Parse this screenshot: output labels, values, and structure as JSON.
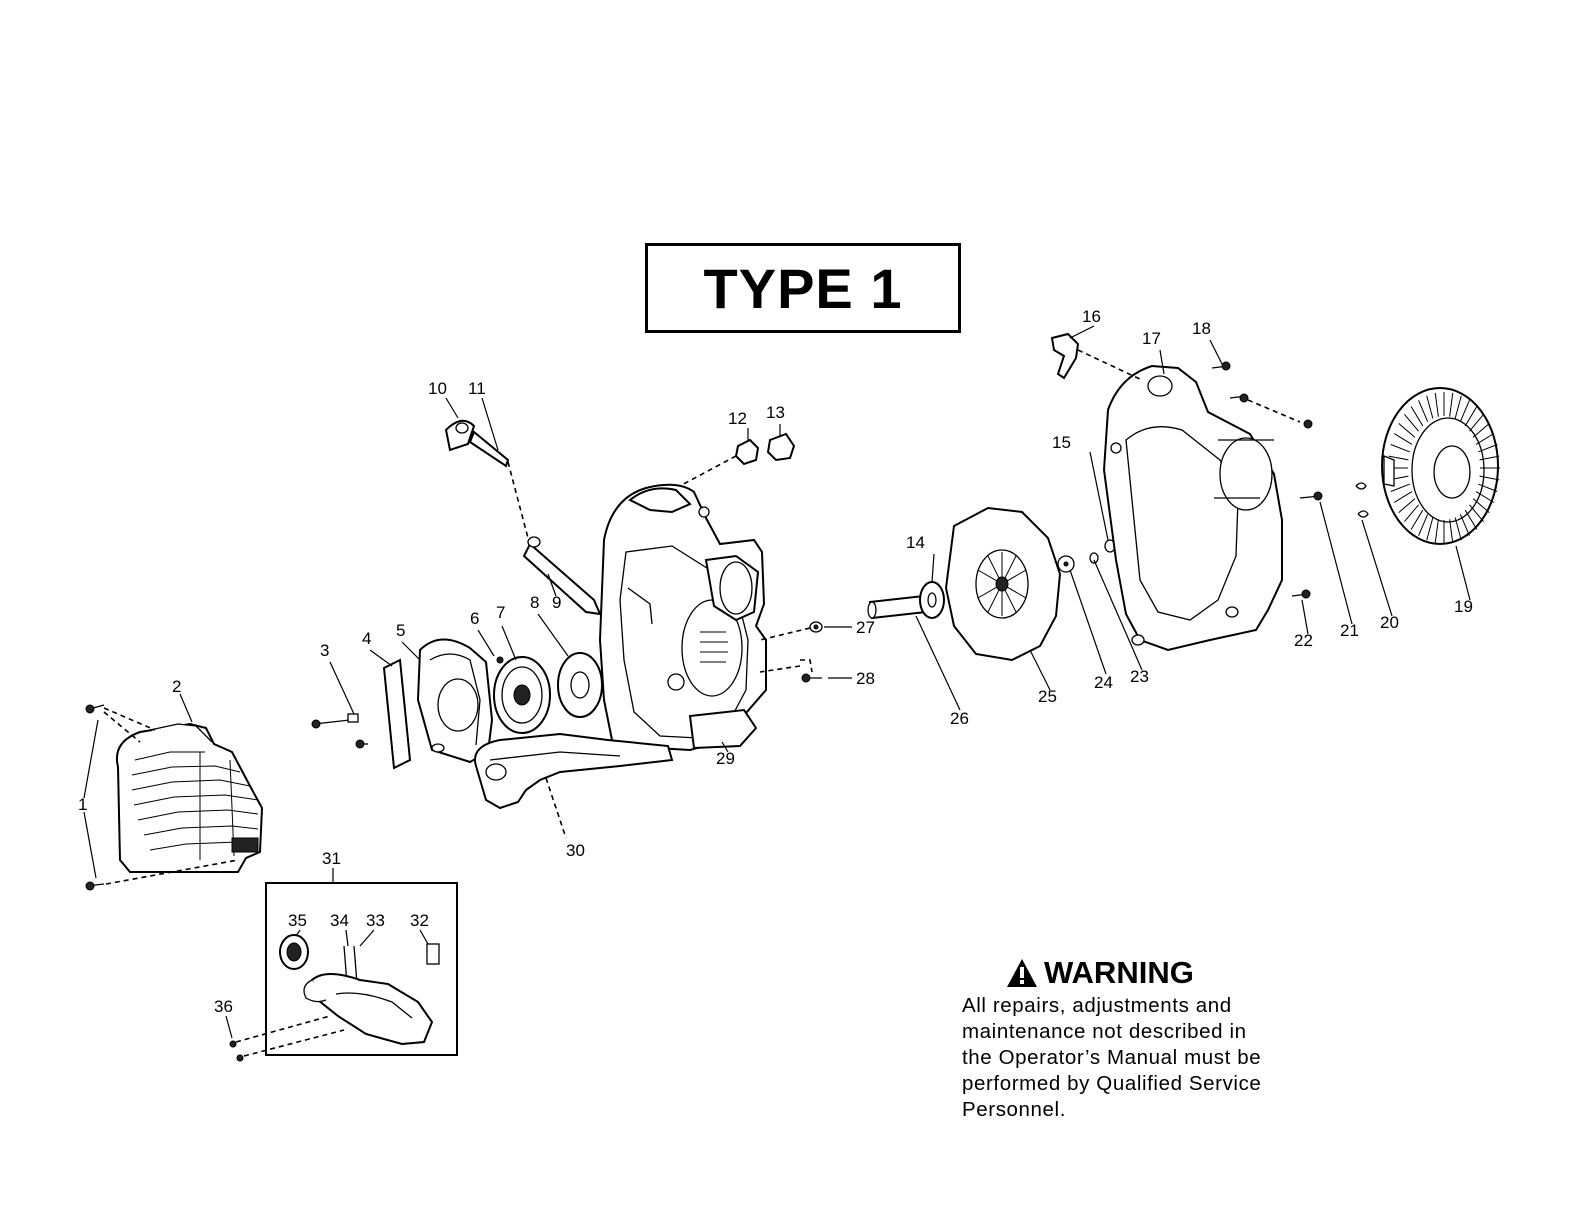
{
  "title": "TYPE 1",
  "warning": {
    "heading": "WARNING",
    "lines": [
      "All repairs, adjustments and",
      "maintenance not described in",
      "the Operator’s Manual must be",
      "performed by Qualified Service",
      "Personnel."
    ]
  },
  "callouts": [
    "1",
    "2",
    "3",
    "4",
    "5",
    "6",
    "7",
    "8",
    "9",
    "10",
    "11",
    "12",
    "13",
    "14",
    "15",
    "16",
    "17",
    "18",
    "19",
    "20",
    "21",
    "22",
    "23",
    "24",
    "25",
    "26",
    "27",
    "28",
    "29",
    "30",
    "31",
    "32",
    "33",
    "34",
    "35",
    "36"
  ]
}
